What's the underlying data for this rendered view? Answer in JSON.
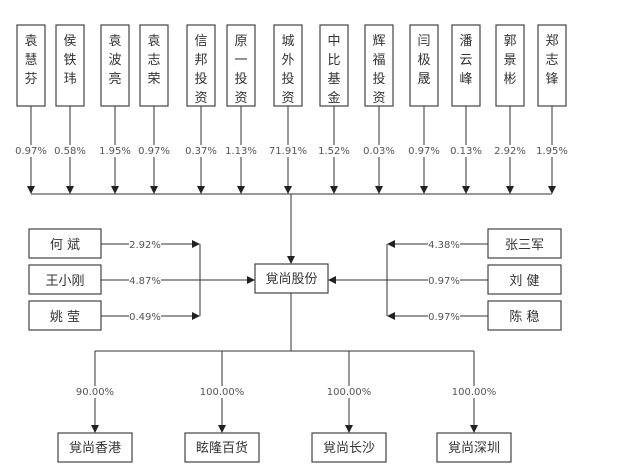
{
  "title": "覍尚股份股权结构图",
  "center": {
    "name": "覍尚股份"
  },
  "top_shareholders": [
    {
      "name": "袁慧芬",
      "pct": "0.97%"
    },
    {
      "name": "侯铁玮",
      "pct": "0.58%"
    },
    {
      "name": "袁波亮",
      "pct": "1.95%"
    },
    {
      "name": "袁志荣",
      "pct": "0.97%"
    },
    {
      "name": "信邦投资",
      "pct": "0.37%"
    },
    {
      "name": "原一投资",
      "pct": "1.13%"
    },
    {
      "name": "城外投资",
      "pct": "71.91%"
    },
    {
      "name": "中比基金",
      "pct": "1.52%"
    },
    {
      "name": "辉福投资",
      "pct": "0.03%"
    },
    {
      "name": "闫极晟",
      "pct": "0.97%"
    },
    {
      "name": "潘云峰",
      "pct": "0.13%"
    },
    {
      "name": "郭景彬",
      "pct": "2.92%"
    },
    {
      "name": "郑志锋",
      "pct": "1.95%"
    }
  ],
  "left_shareholders": [
    {
      "name": "何 斌",
      "pct": "2.92%"
    },
    {
      "name": "王小刚",
      "pct": "4.87%"
    },
    {
      "name": "姚 莹",
      "pct": "0.49%"
    }
  ],
  "right_shareholders": [
    {
      "name": "张三军",
      "pct": "4.38%"
    },
    {
      "name": "刘 健",
      "pct": "0.97%"
    },
    {
      "name": "陈 稳",
      "pct": "0.97%"
    }
  ],
  "subsidiaries": [
    {
      "name": "覍尚香港",
      "pct": "90.00%"
    },
    {
      "name": "眩隆百货",
      "pct": "100.00%"
    },
    {
      "name": "覍尚长沙",
      "pct": "100.00%"
    },
    {
      "name": "覍尚深圳",
      "pct": "100.00%"
    }
  ]
}
